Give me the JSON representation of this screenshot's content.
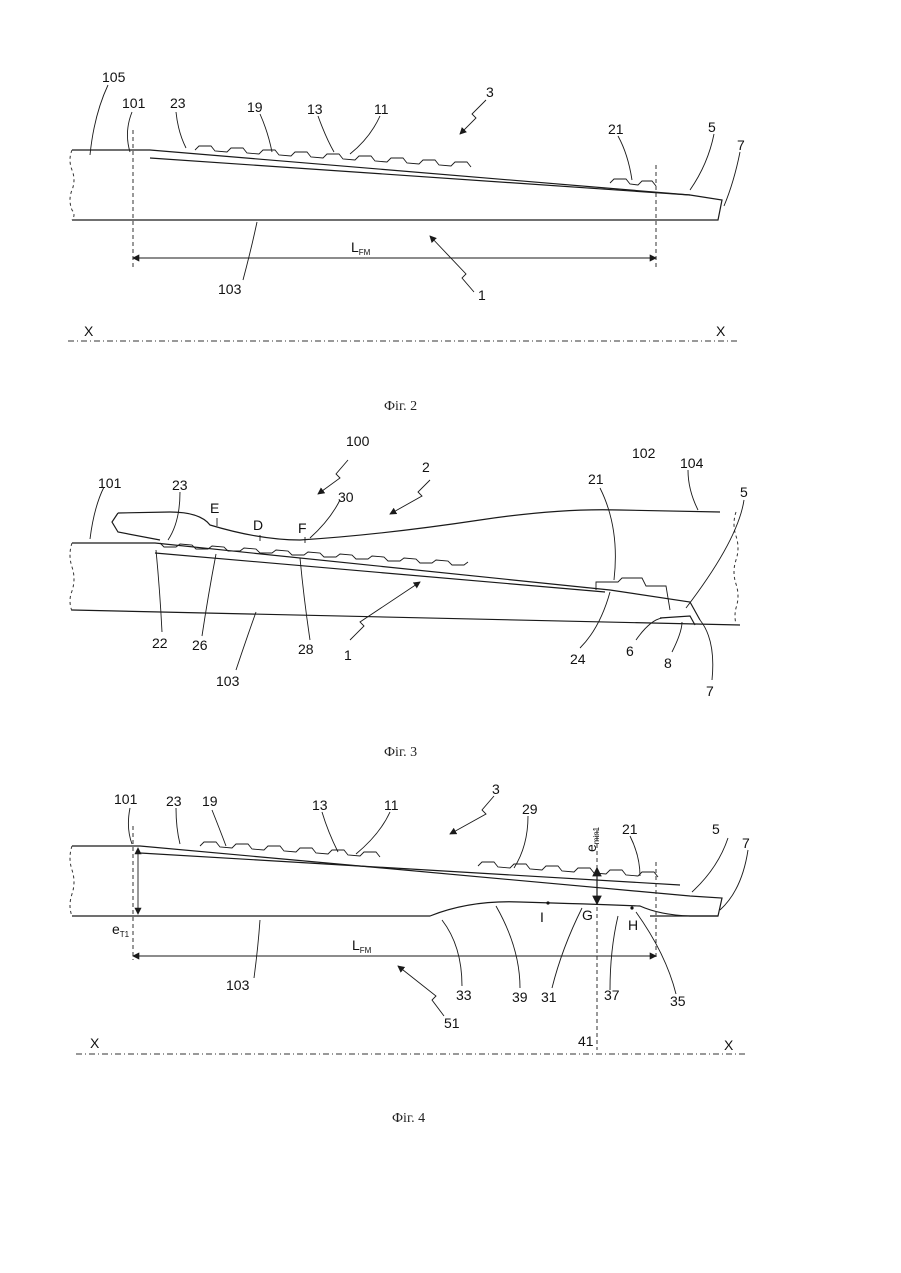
{
  "fig2": {
    "caption": "Фіг. 2",
    "labels": {
      "l105": "105",
      "l101": "101",
      "l23": "23",
      "l19": "19",
      "l13": "13",
      "l11": "11",
      "l3": "3",
      "l21": "21",
      "l5": "5",
      "l7": "7",
      "l103": "103",
      "l1": "1",
      "lfm": "L",
      "lfm_sub": "FM",
      "x_left": "X",
      "x_right": "X"
    }
  },
  "fig3": {
    "caption": "Фіг. 3",
    "labels": {
      "l100": "100",
      "l2": "2",
      "l101": "101",
      "l23": "23",
      "lE": "E",
      "lD": "D",
      "lF": "F",
      "l30": "30",
      "l21": "21",
      "l102": "102",
      "l104": "104",
      "l5": "5",
      "l22": "22",
      "l26": "26",
      "l28": "28",
      "l1": "1",
      "l103": "103",
      "l24": "24",
      "l6": "6",
      "l8": "8",
      "l7": "7"
    }
  },
  "fig4": {
    "caption": "Фіг. 4",
    "labels": {
      "l101": "101",
      "l23": "23",
      "l19": "19",
      "l13": "13",
      "l11": "11",
      "l3": "3",
      "l29": "29",
      "emin": "e",
      "emin_sub": "min1",
      "l21": "21",
      "l5": "5",
      "l7": "7",
      "eT": "e",
      "eT_sub": "T1",
      "lI": "I",
      "lG": "G",
      "lH": "H",
      "lfm": "L",
      "lfm_sub": "FM",
      "l103": "103",
      "l33": "33",
      "l39": "39",
      "l31": "31",
      "l37": "37",
      "l35": "35",
      "l51": "51",
      "l41": "41",
      "x_left": "X",
      "x_right": "X"
    }
  }
}
